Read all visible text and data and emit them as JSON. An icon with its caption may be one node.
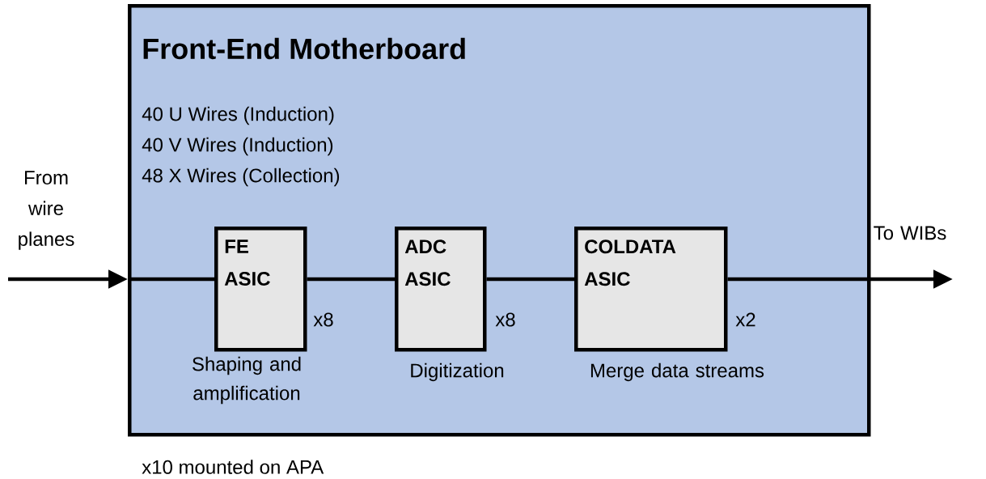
{
  "diagram": {
    "nodes": [
      {
        "text": [
          "Front-End Motherboard",
          "40 U Wires (Induction)",
          "40 V Wires (Induction)",
          "48 X Wires (Collection)"
        ],
        "beside": [
          "x10 mounted on APA"
        ]
      },
      {
        "text": [
          "FE ASIC"
        ],
        "in": 0,
        "beside": [
          "x8",
          "Shaping and amplification"
        ]
      },
      {
        "text": [
          "ADC ASIC"
        ],
        "in": 0,
        "beside": [
          "x8",
          "Digitization"
        ]
      },
      {
        "text": [
          "COLDATA ASIC"
        ],
        "in": 0,
        "beside": [
          "x2",
          "Merge data streams"
        ]
      }
    ],
    "edges": [
      {
        "from": null,
        "to": 0,
        "arrow": "to"
      },
      {
        "from": 0,
        "to": 1,
        "arrow": "none"
      },
      {
        "from": 1,
        "to": 2,
        "arrow": "none"
      },
      {
        "from": 2,
        "to": 3,
        "arrow": "none"
      },
      {
        "from": 3,
        "to": null,
        "arrow": "to"
      }
    ],
    "labels": [
      "From wire planes",
      "To WIBs"
    ]
  }
}
